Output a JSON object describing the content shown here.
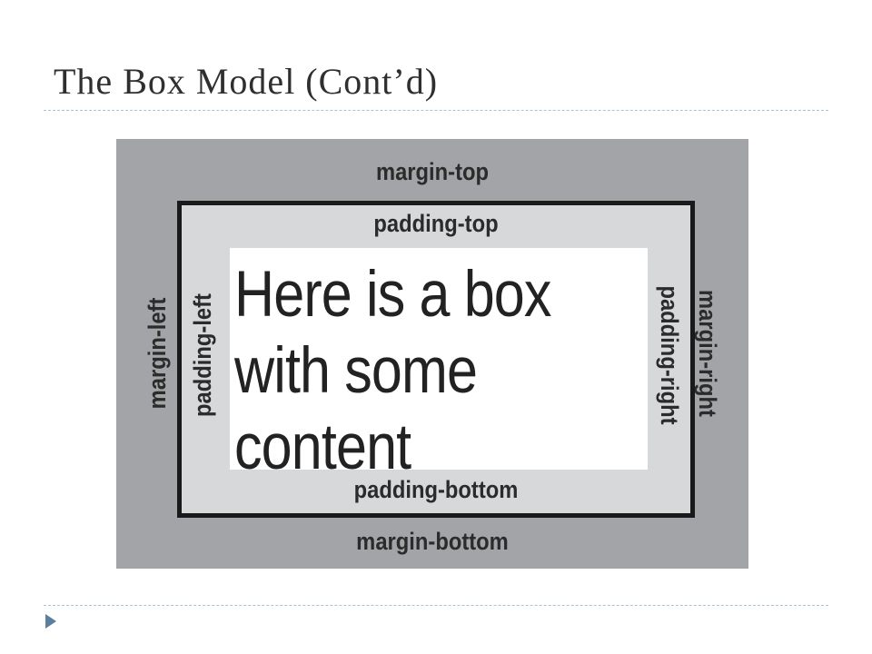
{
  "slide": {
    "title": "The Box Model (Cont’d)"
  },
  "diagram": {
    "margin_top": "margin-top",
    "margin_bottom": "margin-bottom",
    "margin_left": "margin-left",
    "margin_right": "margin-right",
    "padding_top": "padding-top",
    "padding_bottom": "padding-bottom",
    "padding_left": "padding-left",
    "padding_right": "padding-right",
    "content_lines": [
      "Here is a box",
      "with some",
      "content"
    ]
  },
  "colors": {
    "margin_area": "#a3a4a7",
    "padding_area": "#d7d8da",
    "border": "#1a1a1a",
    "content_area": "#ffffff",
    "rule": "#a9c3d6",
    "bullet": "#5b7f9c"
  },
  "icons": {
    "bullet": "triangle-bullet-icon"
  }
}
